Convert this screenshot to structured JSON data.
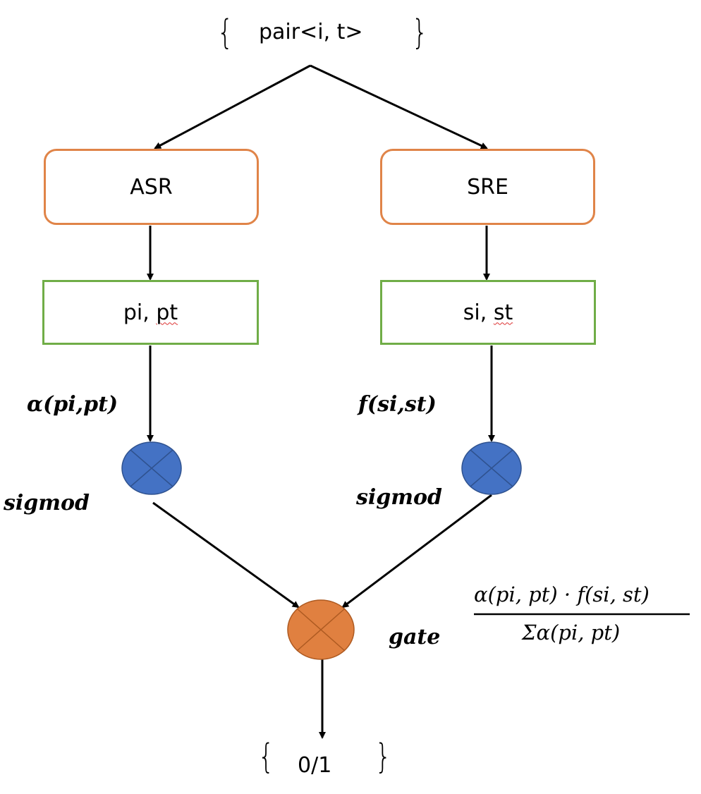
{
  "input": {
    "text": "pair<i,   t>"
  },
  "output": {
    "text": "0/1"
  },
  "nodes": {
    "asr": {
      "label": "ASR",
      "border_color": "#E08448"
    },
    "sre": {
      "label": "SRE",
      "border_color": "#E08448"
    },
    "asr_out": {
      "label_main": "pi, ",
      "label_squiggle": "pt",
      "border_color": "#70AD47"
    },
    "sre_out": {
      "label_main": "si, ",
      "label_squiggle": "st",
      "border_color": "#70AD47"
    }
  },
  "labels": {
    "alpha": "α(pi,pt)",
    "f": "f(si,st)",
    "sigmod_left": "sigmod",
    "sigmod_right": "sigmod",
    "gate": "gate"
  },
  "formula": {
    "numerator": "α(pi, pt) · f(si, st)",
    "denominator": "Σα(pi, pt)"
  },
  "colors": {
    "sigmoid_node": "#4472C4",
    "gate_node": "#E08040"
  }
}
